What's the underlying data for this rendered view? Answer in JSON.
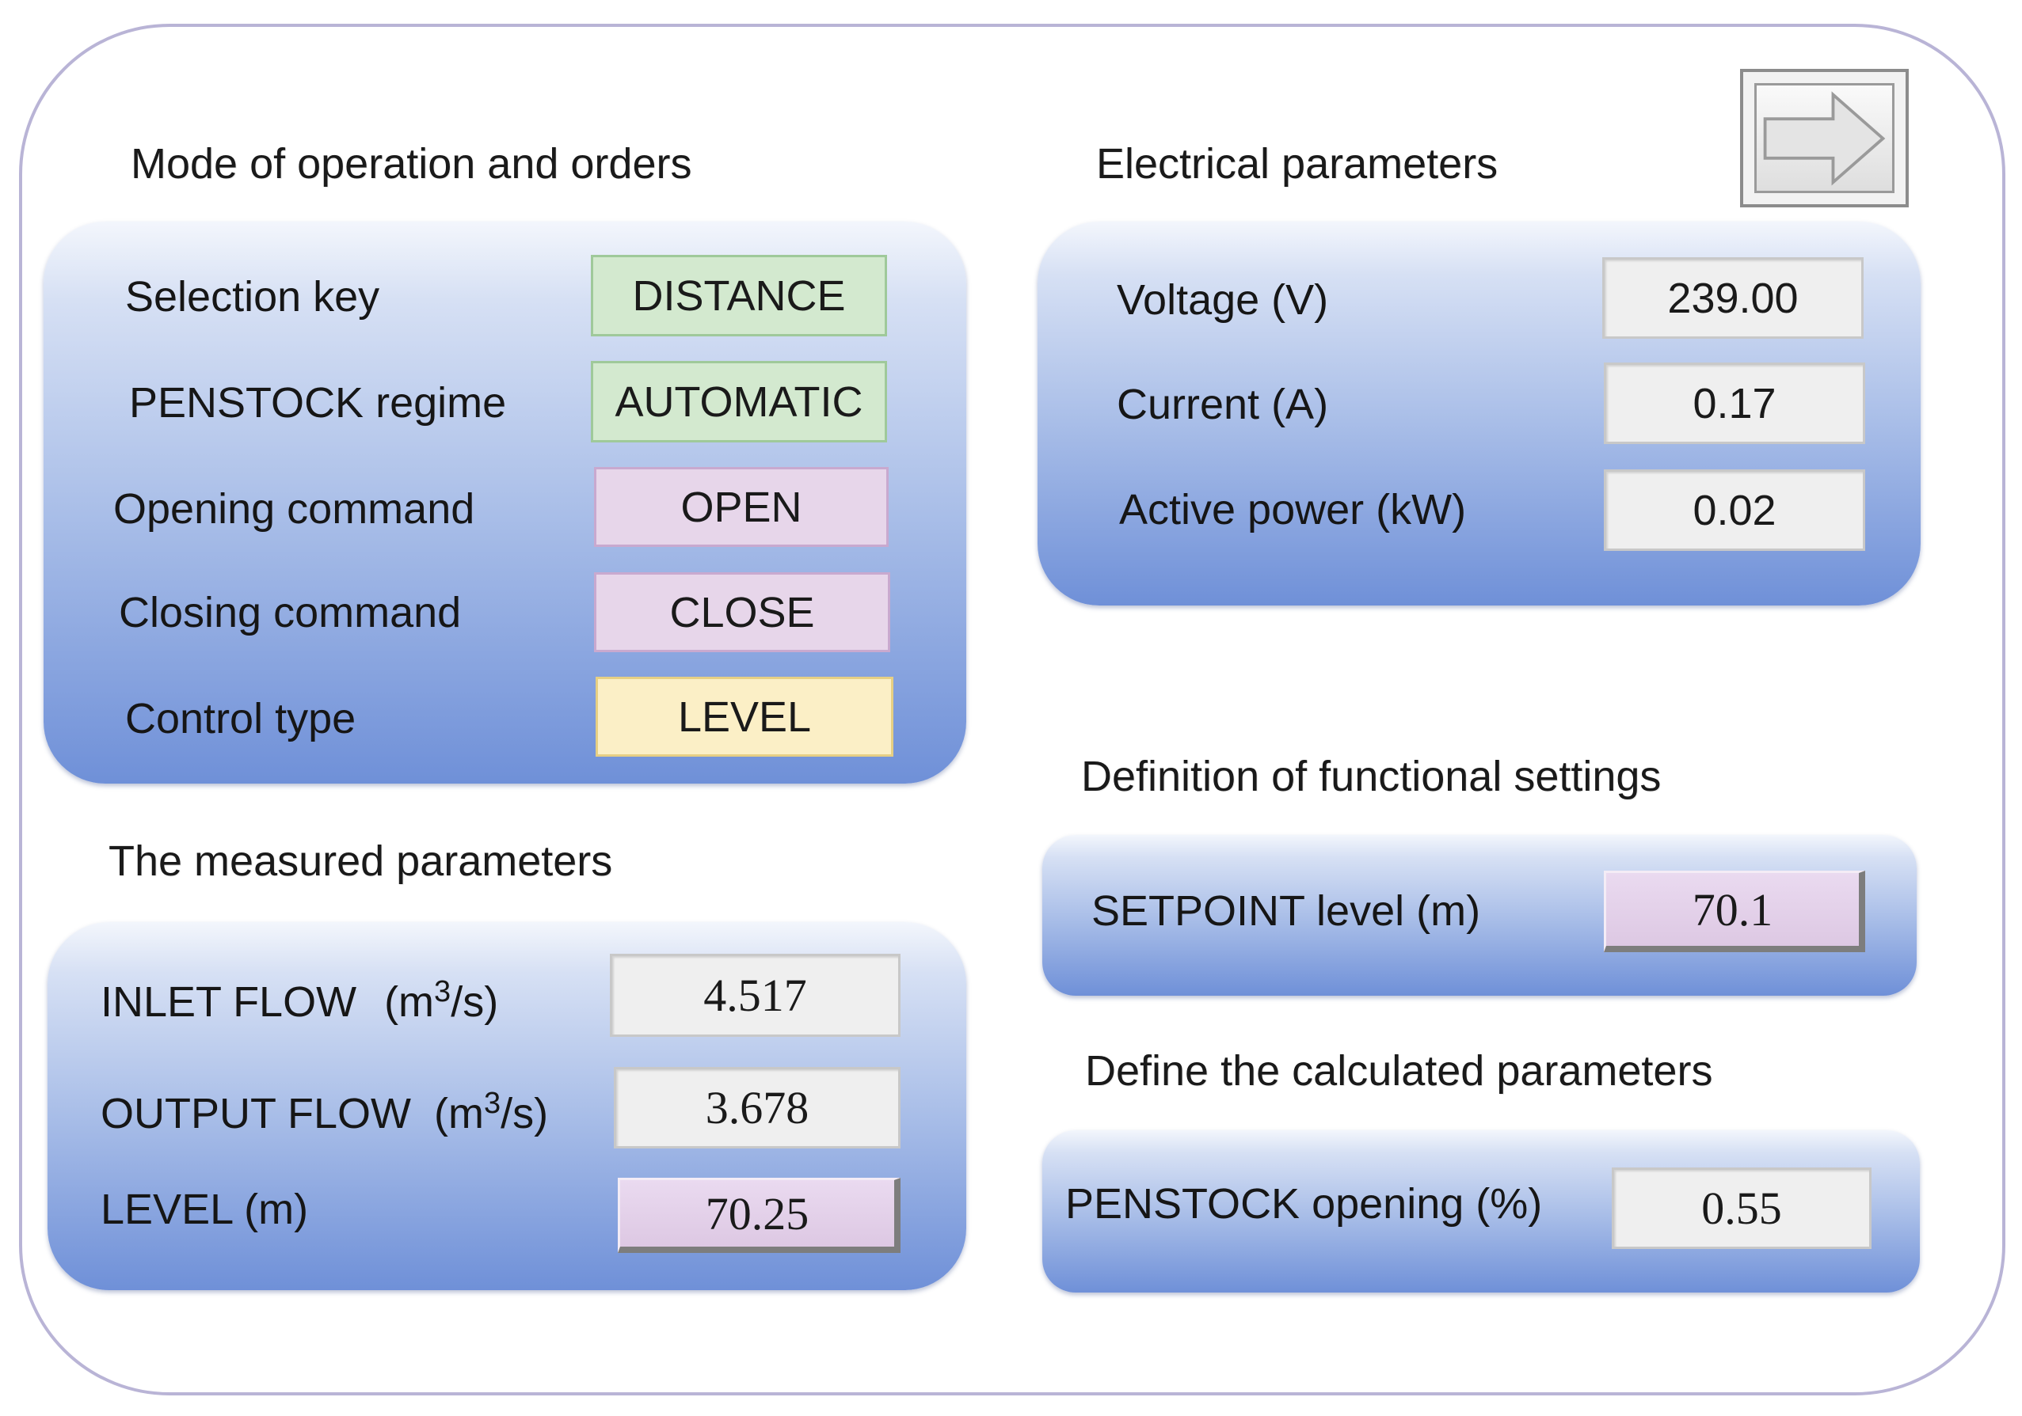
{
  "nav": {
    "next_icon": "arrow-right-icon"
  },
  "mode": {
    "title": "Mode of operation and orders",
    "rows": [
      {
        "label": "Selection key",
        "value": "DISTANCE",
        "color": "#d3e9cf"
      },
      {
        "label": "PENSTOCK regime",
        "value": "AUTOMATIC",
        "color": "#d3e9cf"
      },
      {
        "label": "Opening command",
        "value": "OPEN",
        "color": "#e7d6ea"
      },
      {
        "label": "Closing command",
        "value": "CLOSE",
        "color": "#e7d6ea"
      },
      {
        "label": "Control type",
        "value": "LEVEL",
        "color": "#fbefc6"
      }
    ]
  },
  "measured": {
    "title": "The measured parameters",
    "inlet": {
      "label": "INLET FLOW",
      "unit_open": "(m",
      "unit_exp": "3",
      "unit_close": "/s)",
      "value": "4.517"
    },
    "output": {
      "label": "OUTPUT FLOW",
      "unit_open": "(m",
      "unit_exp": "3",
      "unit_close": "/s)",
      "value": "3.678"
    },
    "level": {
      "label": "LEVEL (m)",
      "value": "70.25"
    }
  },
  "electrical": {
    "title": "Electrical parameters",
    "rows": [
      {
        "label": "Voltage (V)",
        "value": "239.00"
      },
      {
        "label": "Current (A)",
        "value": "0.17"
      },
      {
        "label": "Active power (kW)",
        "value": "0.02"
      }
    ]
  },
  "functional": {
    "title": "Definition of functional settings",
    "setpoint": {
      "label": "SETPOINT level (m)",
      "value": "70.1"
    }
  },
  "calculated": {
    "title": "Define the calculated parameters",
    "opening": {
      "label": "PENSTOCK opening (%)",
      "value": "0.55"
    }
  },
  "colors": {
    "panel_top": "#d6e0f4",
    "panel_bottom": "#6f90d8",
    "frame_border": "#b9b4d6"
  }
}
